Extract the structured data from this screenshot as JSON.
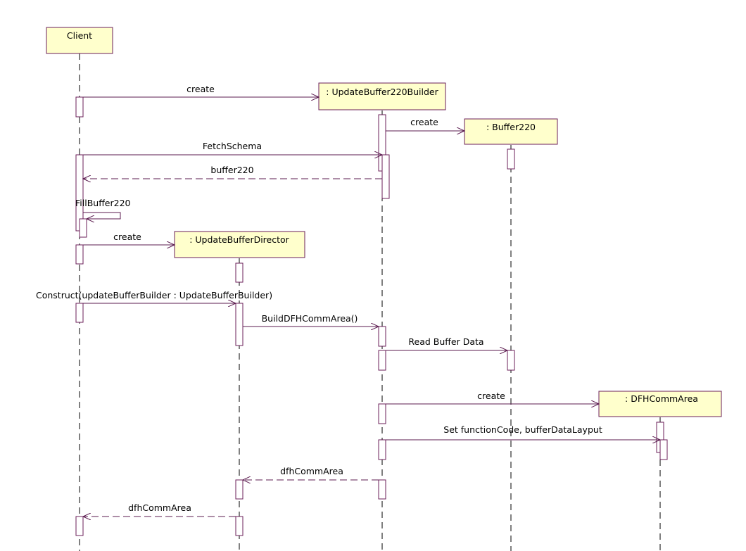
{
  "objects": [
    {
      "id": "client",
      "label": "Client"
    },
    {
      "id": "builder",
      "label": ": UpdateBuffer220Builder"
    },
    {
      "id": "buffer",
      "label": ": Buffer220"
    },
    {
      "id": "director",
      "label": ": UpdateBufferDirector"
    },
    {
      "id": "commarea",
      "label": ": DFHCommArea"
    }
  ],
  "messages": [
    {
      "label": "create",
      "from": "client",
      "to": "builder",
      "kind": "call"
    },
    {
      "label": "create",
      "from": "builder",
      "to": "buffer",
      "kind": "call"
    },
    {
      "label": "FetchSchema",
      "from": "client",
      "to": "builder",
      "kind": "call"
    },
    {
      "label": "buffer220",
      "from": "builder",
      "to": "client",
      "kind": "return"
    },
    {
      "label": "FillBuffer220",
      "from": "client",
      "to": "client",
      "kind": "self"
    },
    {
      "label": "create",
      "from": "client",
      "to": "director",
      "kind": "call"
    },
    {
      "label": "Construct(updateBufferBuilder : UpdateBufferBuilder)",
      "from": "client",
      "to": "director",
      "kind": "call"
    },
    {
      "label": "BuildDFHCommArea()",
      "from": "director",
      "to": "builder",
      "kind": "call"
    },
    {
      "label": "Read Buffer Data",
      "from": "builder",
      "to": "buffer",
      "kind": "call"
    },
    {
      "label": "create",
      "from": "builder",
      "to": "commarea",
      "kind": "call"
    },
    {
      "label": "Set functionCode, bufferDataLayput",
      "from": "builder",
      "to": "commarea",
      "kind": "call"
    },
    {
      "label": "dfhCommArea",
      "from": "builder",
      "to": "director",
      "kind": "return"
    },
    {
      "label": "dfhCommArea",
      "from": "director",
      "to": "client",
      "kind": "return"
    }
  ],
  "colors": {
    "object_fill": "#ffffcc",
    "line_color": "#5b1b4f",
    "lifeline_color": "#000000"
  }
}
